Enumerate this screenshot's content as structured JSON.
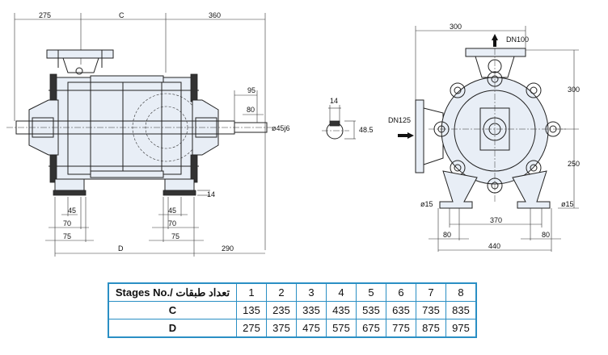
{
  "side_view": {
    "dims": {
      "top_left": "275",
      "top_mid": "C",
      "top_right": "360",
      "d95": "95",
      "d80": "80",
      "shaft": "ø45j6",
      "d14": "14",
      "b45a": "45",
      "b70a": "70",
      "b75a": "75",
      "b45b": "45",
      "b70b": "70",
      "b75b": "75",
      "bottom_d": "D",
      "bottom_290": "290"
    }
  },
  "key_view": {
    "dims": {
      "width": "14",
      "height": "48.5"
    }
  },
  "front_view": {
    "dims": {
      "top_300": "300",
      "dn100": "DN100",
      "dn125": "DN125",
      "right_300": "300",
      "right_250": "250",
      "hole_left": "ø15",
      "hole_right": "ø15",
      "d370": "370",
      "d80a": "80",
      "d80b": "80",
      "d440": "440"
    }
  },
  "table": {
    "header_label": "Stages No./ تعداد طبقات",
    "stages": [
      "1",
      "2",
      "3",
      "4",
      "5",
      "6",
      "7",
      "8"
    ],
    "row_c_label": "C",
    "row_c": [
      "135",
      "235",
      "335",
      "435",
      "535",
      "635",
      "735",
      "835"
    ],
    "row_d_label": "D",
    "row_d": [
      "275",
      "375",
      "475",
      "575",
      "675",
      "775",
      "875",
      "975"
    ]
  }
}
